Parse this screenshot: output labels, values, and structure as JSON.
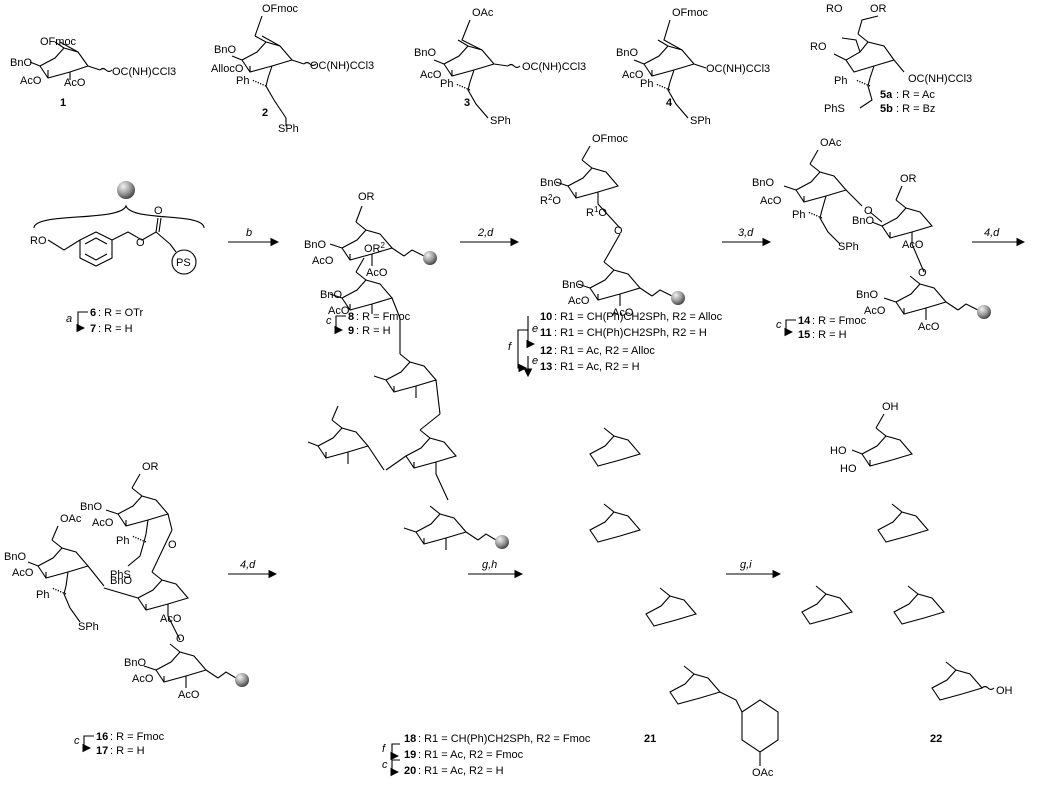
{
  "compounds": {
    "c1": "1",
    "c2": "2",
    "c3": "3",
    "c4": "4",
    "c5a": "5a",
    "c5b": "5b",
    "c5a_def": ": R = Ac",
    "c5b_def": ": R = Bz",
    "c6": "6",
    "c6_def": ": R = OTr",
    "c7": "7",
    "c7_def": ": R = H",
    "c8": "8",
    "c8_def": ": R = Fmoc",
    "c9": "9",
    "c9_def": ": R = H",
    "c10": "10",
    "c11": "11",
    "c12": "12",
    "c13": "13",
    "c14": "14",
    "c14_def": ": R = Fmoc",
    "c15": "15",
    "c15_def": ": R = H",
    "c16": "16",
    "c16_def": ": R = Fmoc",
    "c17": "17",
    "c17_def": ": R = H",
    "c18": "18",
    "c19": "19",
    "c20": "20",
    "c21": "21",
    "c22": "22"
  },
  "reagents": {
    "a": "a",
    "b": "b",
    "c": "c",
    "e": "e",
    "f": "f",
    "step_2d": "2,d",
    "step_3d": "3,d",
    "step_4d_1": "4,d",
    "step_4d_2": "4,d",
    "step_gh": "g,h",
    "step_gi": "g,i"
  },
  "groups": {
    "OFmoc": "OFmoc",
    "OAc": "OAc",
    "OR": "OR",
    "BnO": "BnO",
    "AcO": "AcO",
    "AllocO": "AllocO",
    "Ph": "Ph",
    "SPh": "SPh",
    "PhS": "PhS",
    "RO": "RO",
    "R": "R",
    "PS": "PS",
    "OC_NH_CCl3": "OC(NH)CCl3",
    "OH": "OH",
    "HO": "HO"
  },
  "definitions": {
    "d10": ": R1 = CH(Ph)CH2SPh, R2 = Alloc",
    "d11": ": R1 = CH(Ph)CH2SPh, R2 = H",
    "d12": ": R1 = Ac, R2 = Alloc",
    "d13": ": R1 = Ac, R2 = H",
    "d18": ": R1 = CH(Ph)CH2SPh, R2 = Fmoc",
    "d19": ": R1 = Ac, R2 = Fmoc",
    "d20": ": R1 = Ac, R2 = H"
  },
  "colors": {
    "ink": "#000000",
    "bead_light": "#e8e8e8",
    "bead_dark": "#5a5a5a"
  }
}
